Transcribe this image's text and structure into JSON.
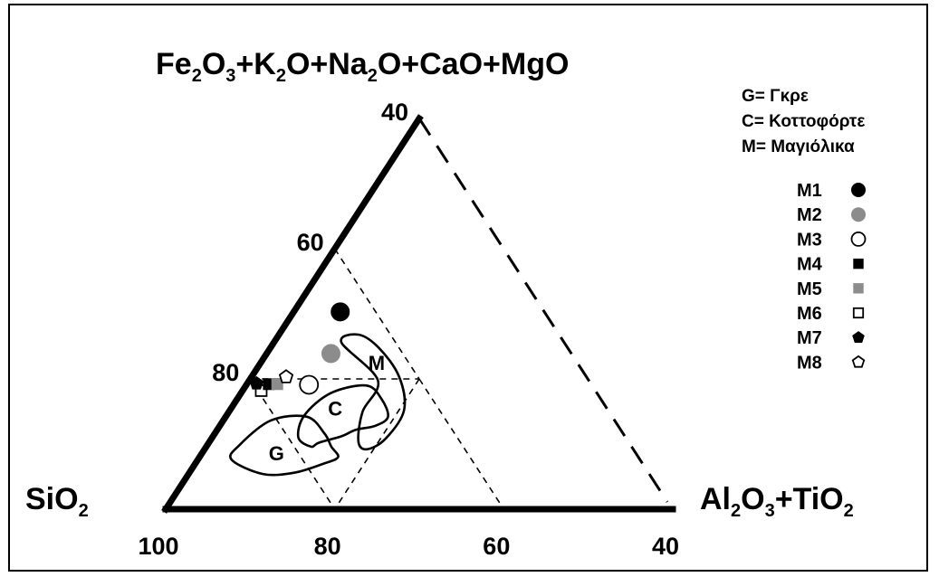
{
  "chart_data": {
    "type": "scatter",
    "apices": {
      "top": {
        "label": "Fe2O3+K2O+Na2O+CaO+MgO"
      },
      "left": {
        "label": "SiO2"
      },
      "right": {
        "label": "Al2O3+TiO2"
      }
    },
    "range": {
      "sio2": [
        40,
        100
      ],
      "flux": [
        0,
        60
      ],
      "al2o3": [
        0,
        60
      ]
    },
    "left_ticks": [
      {
        "label": "40",
        "flux": 60
      },
      {
        "label": "60",
        "flux": 40
      },
      {
        "label": "80",
        "flux": 20
      }
    ],
    "bottom_ticks": [
      {
        "label": "100",
        "al2o3": 0
      },
      {
        "label": "80",
        "al2o3": 20
      },
      {
        "label": "60",
        "al2o3": 40
      },
      {
        "label": "40",
        "al2o3": 60
      }
    ],
    "field_codes": [
      {
        "text": "G= Γκρε"
      },
      {
        "text": "C= Κοττοφόρτε"
      },
      {
        "text": "M= Μαγιόλικα"
      }
    ],
    "fields": [
      {
        "label": "M",
        "boundary": [
          [
            65.0,
            19.8,
            15.2
          ],
          [
            66.4,
            25.6,
            8.0
          ],
          [
            63.8,
            26.8,
            9.4
          ],
          [
            62.4,
            24.8,
            12.8
          ],
          [
            62.2,
            20.4,
            17.4
          ],
          [
            64.2,
            15.2,
            20.6
          ],
          [
            68.6,
            10.8,
            20.6
          ],
          [
            71.6,
            9.2,
            19.2
          ],
          [
            72.0,
            10.4,
            17.6
          ],
          [
            69.2,
            15.0,
            15.8
          ]
        ],
        "label_at": [
          63.8,
          22.5,
          13.7
        ]
      },
      {
        "label": "C",
        "boundary": [
          [
            68.8,
            12.8,
            18.4
          ],
          [
            66.6,
            14.2,
            19.2
          ],
          [
            66.0,
            17.0,
            17.0
          ],
          [
            66.8,
            19.0,
            14.2
          ],
          [
            71.6,
            17.8,
            10.6
          ],
          [
            76.4,
            14.4,
            9.2
          ],
          [
            78.8,
            11.0,
            10.2
          ],
          [
            78.0,
            9.6,
            12.4
          ],
          [
            76.8,
            10.2,
            13.0
          ],
          [
            73.6,
            11.2,
            15.2
          ],
          [
            71.4,
            12.2,
            16.4
          ]
        ],
        "label_at": [
          72.2,
          15.5,
          12.3
        ]
      },
      {
        "label": "G",
        "boundary": [
          [
            76.2,
            14.2,
            9.6
          ],
          [
            80.8,
            13.6,
            5.6
          ],
          [
            86.4,
            9.8,
            3.8
          ],
          [
            88.4,
            7.6,
            4.0
          ],
          [
            85.8,
            5.4,
            8.8
          ],
          [
            82.0,
            5.6,
            12.4
          ],
          [
            77.8,
            7.0,
            15.2
          ],
          [
            75.6,
            8.0,
            16.4
          ],
          [
            75.6,
            9.6,
            14.8
          ],
          [
            75.4,
            11.6,
            13.0
          ]
        ],
        "label_at": [
          82.6,
          8.6,
          8.8
        ]
      }
    ],
    "series": [
      {
        "name": "M1",
        "marker": "filled-circle",
        "point": [
          69.2,
          30.3,
          5.5
        ]
      },
      {
        "name": "M2",
        "marker": "gray-circle",
        "point": [
          68.5,
          23.9,
          7.6
        ]
      },
      {
        "name": "M3",
        "marker": "open-circle",
        "point": [
          73.5,
          19.1,
          7.4
        ]
      },
      {
        "name": "M4",
        "marker": "filled-square",
        "point": [
          78.2,
          19.2,
          2.6
        ]
      },
      {
        "name": "M5",
        "marker": "gray-square",
        "point": [
          77.2,
          19.2,
          3.6
        ]
      },
      {
        "name": "M6",
        "marker": "open-square",
        "point": [
          79.6,
          18.2,
          2.2
        ]
      },
      {
        "name": "M7",
        "marker": "filled-pentagon",
        "point": [
          79.6,
          19.3,
          1.1
        ]
      },
      {
        "name": "M8",
        "marker": "open-pentagon",
        "point": [
          75.6,
          20.3,
          4.1
        ]
      }
    ],
    "colors": {
      "ink": "#000000",
      "gray": "#8c8c8c",
      "paper": "#ffffff"
    }
  }
}
